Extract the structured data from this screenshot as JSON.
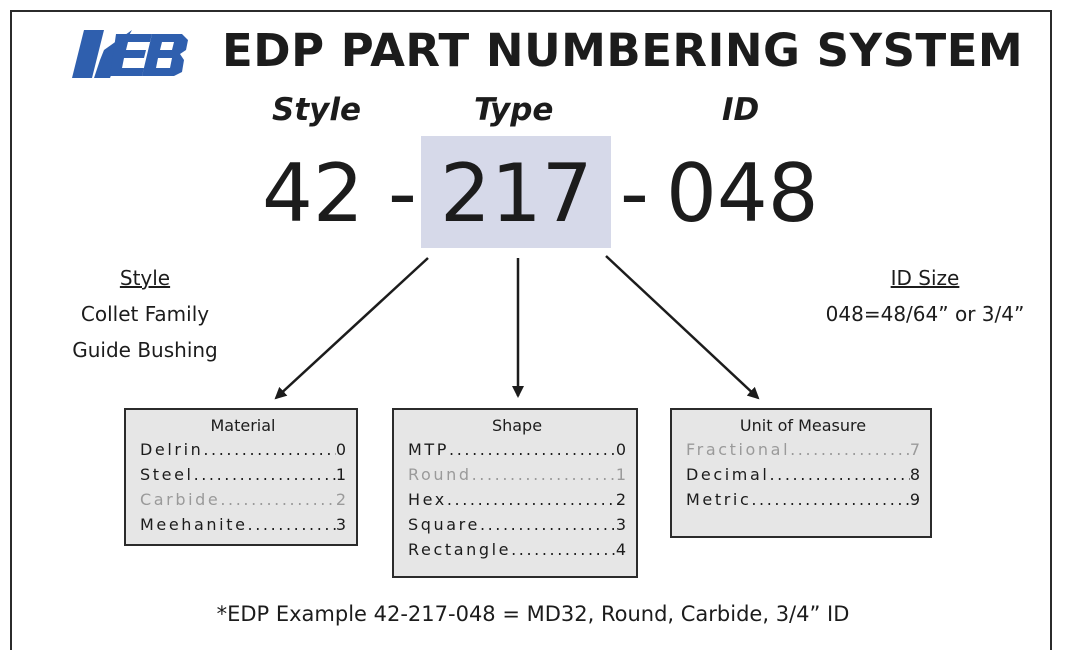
{
  "logo_text": "KEB",
  "title": "EDP PART NUMBERING SYSTEM",
  "headers": {
    "style": "Style",
    "type": "Type",
    "id": "ID"
  },
  "part_number": {
    "style": "42",
    "dash": "-",
    "type": "217",
    "id": "048"
  },
  "left_note": {
    "heading": "Style",
    "line1": "Collet Family",
    "line2": "Guide Bushing"
  },
  "right_note": {
    "heading": "ID Size",
    "line1": "048=48/64” or 3/4”"
  },
  "material": {
    "title": "Material",
    "items": [
      {
        "label": "Delrin",
        "code": "0"
      },
      {
        "label": "Steel",
        "code": "1"
      },
      {
        "label": "Carbide",
        "code": "2"
      },
      {
        "label": "Meehanite",
        "code": "3"
      }
    ]
  },
  "shape": {
    "title": "Shape",
    "items": [
      {
        "label": "MTP",
        "code": "0"
      },
      {
        "label": "Round",
        "code": "1"
      },
      {
        "label": "Hex",
        "code": "2"
      },
      {
        "label": "Square",
        "code": "3"
      },
      {
        "label": "Rectangle",
        "code": "4"
      }
    ]
  },
  "unit": {
    "title": "Unit of Measure",
    "items": [
      {
        "label": "Fractional",
        "code": "7"
      },
      {
        "label": "Decimal",
        "code": "8"
      },
      {
        "label": "Metric",
        "code": "9"
      }
    ]
  },
  "footnote": "*EDP Example 42-217-048 = MD32, Round, Carbide, 3/4” ID",
  "colors": {
    "logo_blue": "#2f5fae",
    "highlight": "#d6d9e9",
    "box_fill": "#e6e6e6",
    "muted_text": "#9a9a9a"
  }
}
